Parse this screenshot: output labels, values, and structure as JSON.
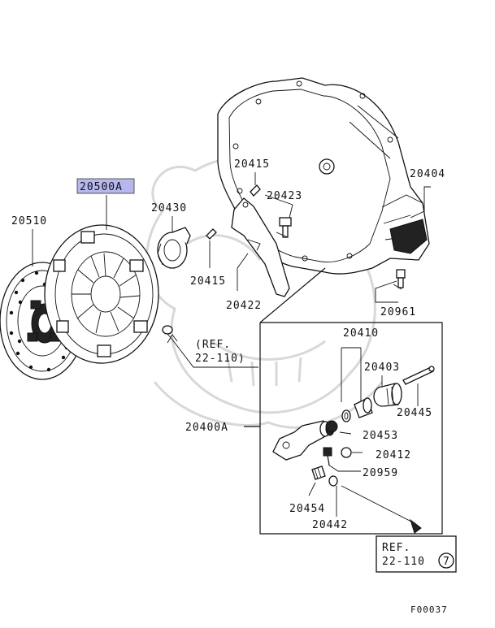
{
  "highlight_color": "#b7b7ef",
  "watermark_color": "#d8d8d8",
  "labels": {
    "p20500A": "20500A",
    "p20510": "20510",
    "p20430": "20430",
    "p20415a": "20415",
    "p20415b": "20415",
    "p20423": "20423",
    "p20422": "20422",
    "p20404": "20404",
    "p20961": "20961",
    "p20410": "20410",
    "p20403": "20403",
    "p20445": "20445",
    "p20453": "20453",
    "p20412": "20412",
    "p20959": "20959",
    "p20454": "20454",
    "p20442": "20442",
    "p20400A": "20400A"
  },
  "refs": {
    "ref1_line1": "(REF.",
    "ref1_line2": "22-110)",
    "ref2_line1": "REF.",
    "ref2_line2": "22-110",
    "ref2_circle": "7"
  },
  "figure_code": "F00037"
}
